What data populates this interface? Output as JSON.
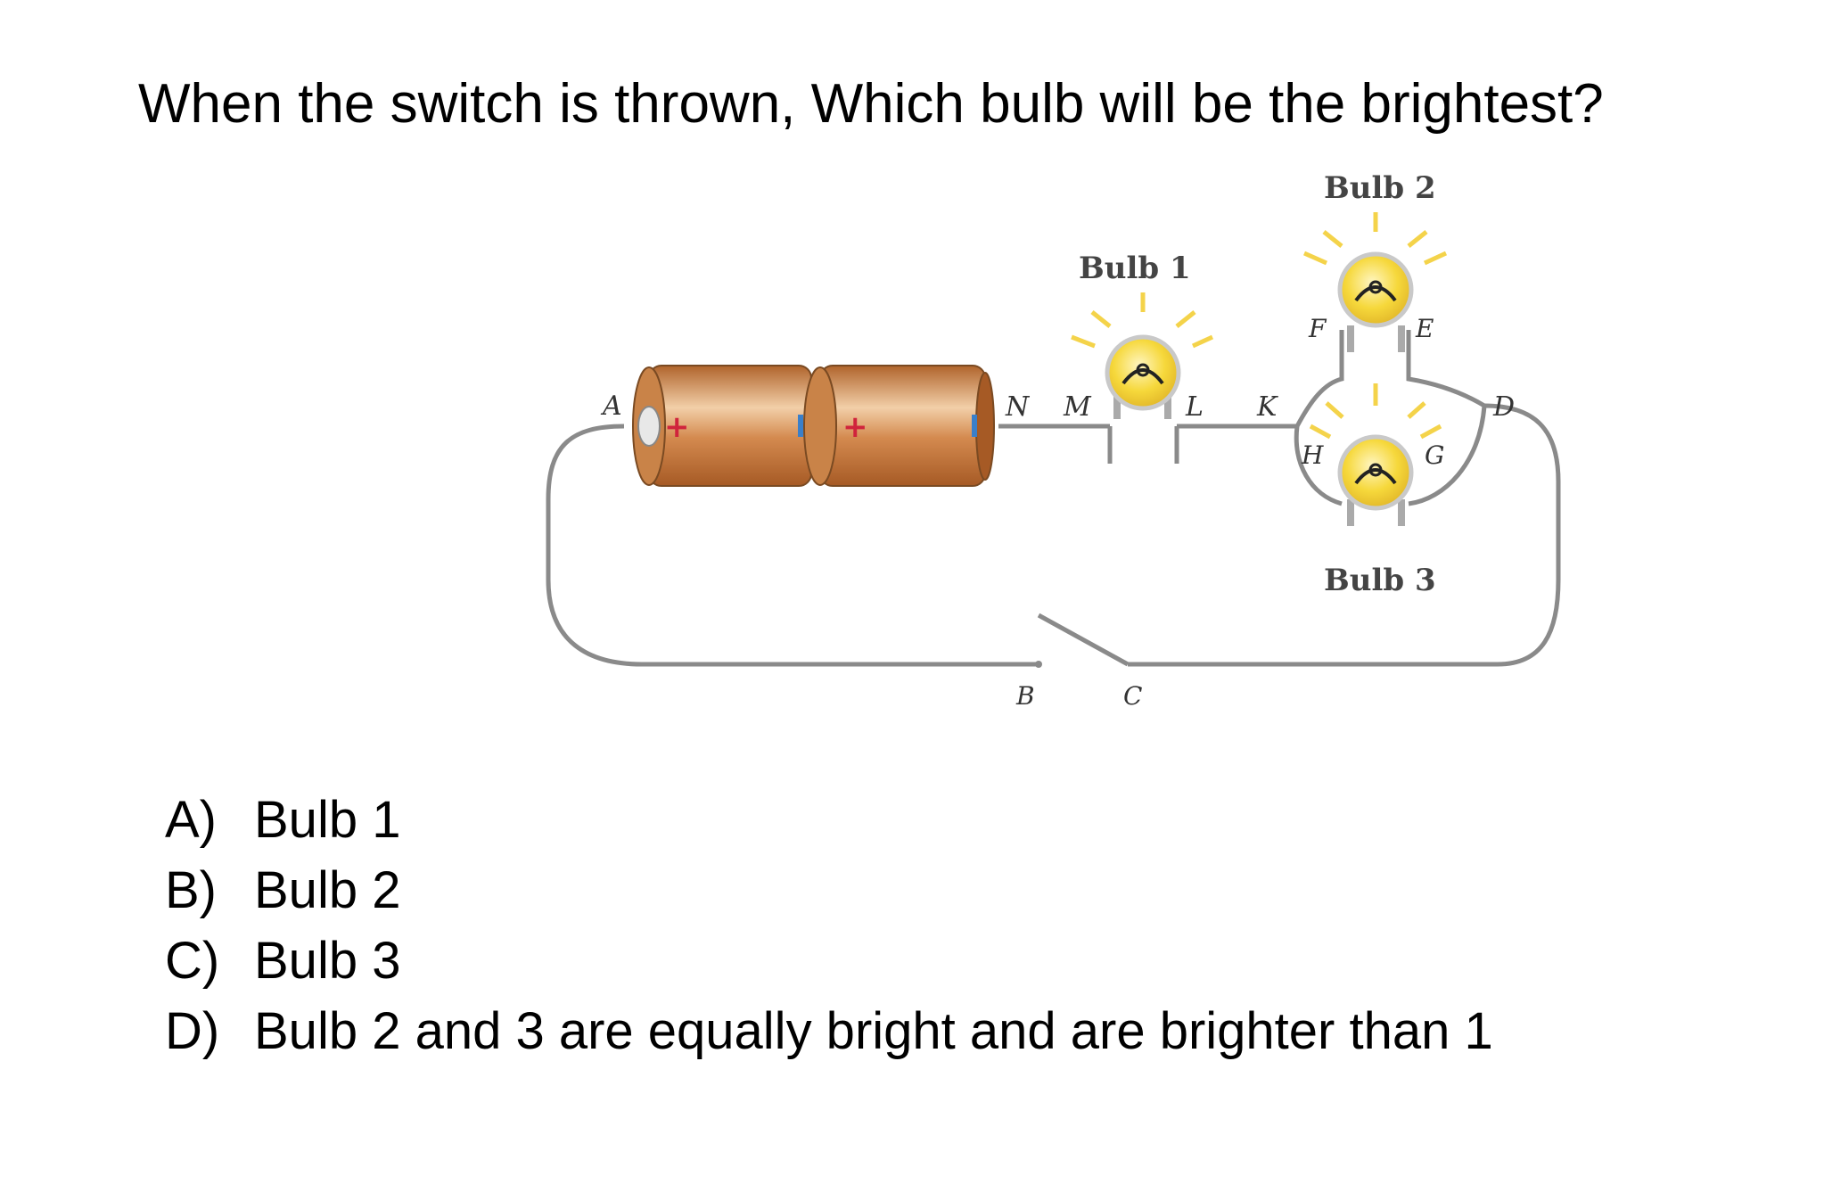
{
  "question": "When the switch is thrown, Which bulb will be the brightest?",
  "figure": {
    "bulb1_label": "Bulb 1",
    "bulb2_label": "Bulb 2",
    "bulb3_label": "Bulb 3",
    "points": {
      "A": "A",
      "B": "B",
      "C": "C",
      "D": "D",
      "E": "E",
      "F": "F",
      "G": "G",
      "H": "H",
      "K": "K",
      "L": "L",
      "M": "M",
      "N": "N"
    },
    "battery_plus": "+",
    "colors": {
      "battery": "#c98348",
      "battery_highlight": "#f2cfa8",
      "bulb": "#f6d83b",
      "ray": "#f4d34a",
      "wire": "#8a8a8a",
      "plus": "#d0243c",
      "minus": "#3a7fc9"
    }
  },
  "answers": [
    {
      "letter": "A)",
      "text": "Bulb 1"
    },
    {
      "letter": "B)",
      "text": "Bulb 2"
    },
    {
      "letter": "C)",
      "text": "Bulb 3"
    },
    {
      "letter": "D)",
      "text": "Bulb 2 and 3 are equally bright and are brighter than 1"
    }
  ]
}
